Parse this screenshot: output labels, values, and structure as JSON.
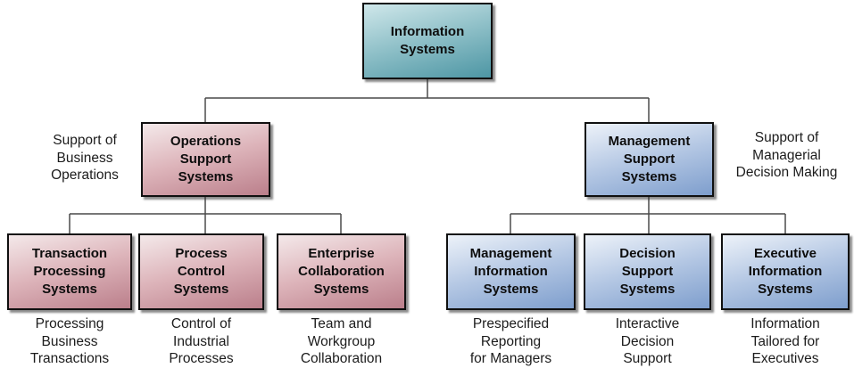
{
  "colors": {
    "teal_top": "#cfe7ea",
    "teal_bottom": "#4d96a4",
    "pink_top": "#f4e9ea",
    "pink_bottom": "#bb7f8b",
    "blue_top": "#edf2f9",
    "blue_bottom": "#7e9ecd",
    "connector_line": "#4a4a4a"
  },
  "root": {
    "label": "Information\nSystems"
  },
  "branches": [
    {
      "label": "Operations\nSupport\nSystems",
      "side_note": "Support of\nBusiness\nOperations",
      "children": [
        {
          "label": "Transaction\nProcessing\nSystems",
          "caption": "Processing\nBusiness\nTransactions"
        },
        {
          "label": "Process\nControl\nSystems",
          "caption": "Control of\nIndustrial\nProcesses"
        },
        {
          "label": "Enterprise\nCollaboration\nSystems",
          "caption": "Team and\nWorkgroup\nCollaboration"
        }
      ]
    },
    {
      "label": "Management\nSupport\nSystems",
      "side_note": "Support of\nManagerial\nDecision Making",
      "children": [
        {
          "label": "Management\nInformation\nSystems",
          "caption": "Prespecified\nReporting\nfor Managers"
        },
        {
          "label": "Decision\nSupport\nSystems",
          "caption": "Interactive\nDecision\nSupport"
        },
        {
          "label": "Executive\nInformation\nSystems",
          "caption": "Information\nTailored for\nExecutives"
        }
      ]
    }
  ]
}
